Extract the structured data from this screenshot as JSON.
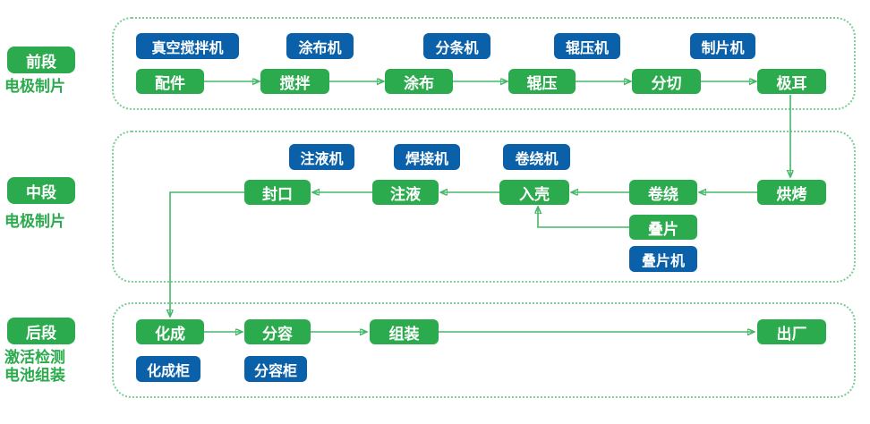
{
  "colors": {
    "step_green": "#2bab4d",
    "machine_blue": "#0b61a9",
    "arrow_green": "#44b868",
    "section_border_green": "#7bcd95"
  },
  "sections": {
    "front": {
      "stage_label": "前段",
      "desc_line1": "电极制片"
    },
    "middle": {
      "stage_label": "中段",
      "desc_line1": "电极制片"
    },
    "back": {
      "stage_label": "后段",
      "desc_line1": "激活检测",
      "desc_line2": "电池组装"
    }
  },
  "top": {
    "machines": [
      "真空搅拌机",
      "涂布机",
      "分条机",
      "辊压机",
      "制片机"
    ],
    "steps": [
      "配件",
      "搅拌",
      "涂布",
      "辊压",
      "分切",
      "极耳"
    ]
  },
  "mid": {
    "machines": [
      "注液机",
      "焊接机",
      "卷绕机"
    ],
    "steps": [
      "封口",
      "注液",
      "入壳",
      "卷绕",
      "烘烤"
    ],
    "branch_step": "叠片",
    "branch_machine": "叠片机"
  },
  "bottom": {
    "steps": [
      "化成",
      "分容",
      "组装",
      "出厂"
    ],
    "machines": [
      "化成柜",
      "分容柜"
    ]
  }
}
